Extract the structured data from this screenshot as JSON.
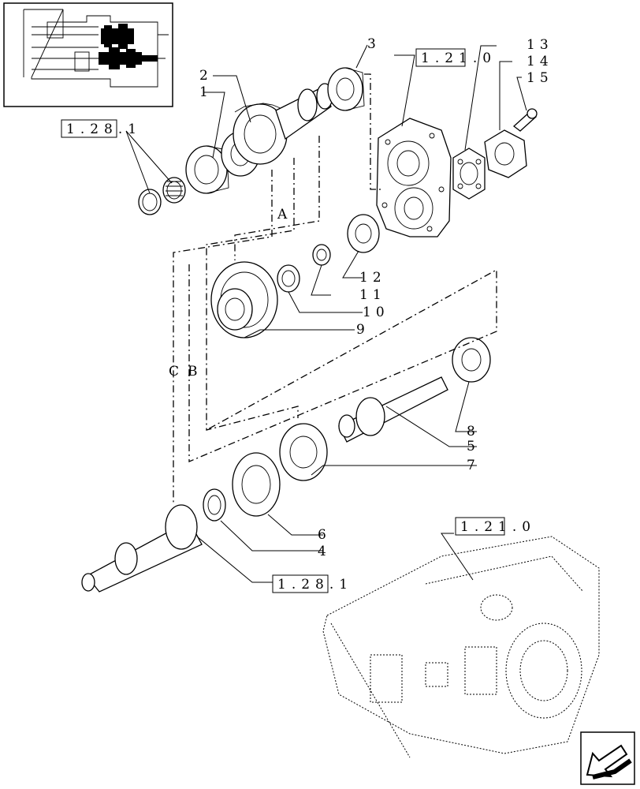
{
  "callouts": {
    "c1": "1",
    "c2": "2",
    "c3": "3",
    "c4": "4",
    "c5": "5",
    "c6": "6",
    "c7": "7",
    "c8": "8",
    "c9": "9",
    "c10": "10",
    "c11": "11",
    "c12": "12",
    "c13": "13",
    "c14": "14",
    "c15": "15"
  },
  "references": {
    "ref_top_left": "1.28.1",
    "ref_top_right": "1.21.0",
    "ref_lower_right": "1.21.0",
    "ref_bottom": "1.28.1"
  },
  "flow_letters": {
    "a": "A",
    "b": "B",
    "c": "C"
  },
  "nav": {
    "icon": "next-page-arrow-icon"
  }
}
